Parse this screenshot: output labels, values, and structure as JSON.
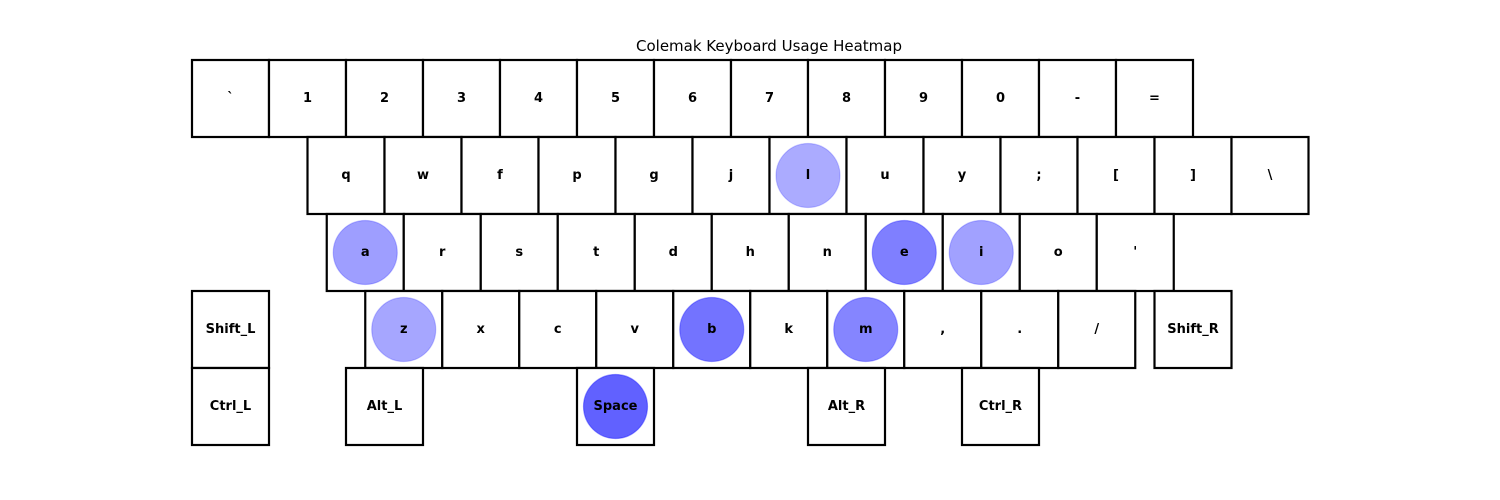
{
  "chart_data": {
    "type": "heatmap",
    "title": "Colemak Keyboard Usage Heatmap",
    "heat_color": "#0000ff",
    "rows": [
      {
        "row": 0,
        "keys": [
          "`",
          "1",
          "2",
          "3",
          "4",
          "5",
          "6",
          "7",
          "8",
          "9",
          "0",
          "-",
          "="
        ]
      },
      {
        "row": 1,
        "keys": [
          "q",
          "w",
          "f",
          "p",
          "g",
          "j",
          "l",
          "u",
          "y",
          ";",
          "[",
          "]",
          "\\"
        ]
      },
      {
        "row": 2,
        "keys": [
          "a",
          "r",
          "s",
          "t",
          "d",
          "h",
          "n",
          "e",
          "i",
          "o",
          "'"
        ]
      },
      {
        "row": 3,
        "keys": [
          "Shift_L",
          "z",
          "x",
          "c",
          "v",
          "b",
          "k",
          "m",
          ",",
          ".",
          "/",
          "Shift_R"
        ]
      },
      {
        "row": 4,
        "keys": [
          "Ctrl_L",
          "Alt_L",
          "Space",
          "Alt_R",
          "Ctrl_R"
        ]
      }
    ],
    "usage": {
      "l": 0.33,
      "a": 0.38,
      "e": 0.5,
      "i": 0.37,
      "z": 0.35,
      "b": 0.55,
      "m": 0.48,
      "Space": 0.62
    }
  }
}
